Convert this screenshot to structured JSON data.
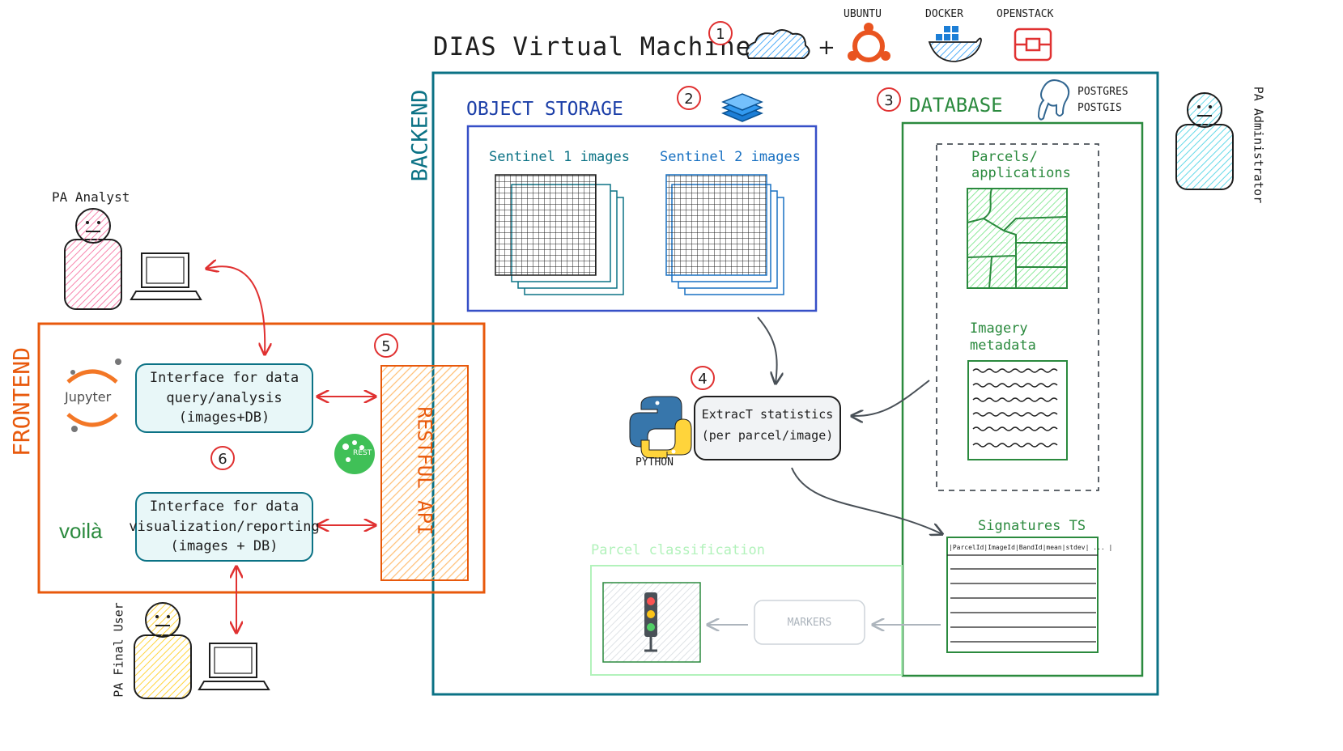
{
  "title": "DIAS Virtual Machine",
  "title_plus": "+",
  "steps": [
    "1",
    "2",
    "3",
    "4",
    "5",
    "6"
  ],
  "tech_logos": {
    "ubuntu": "UBUNTU",
    "docker": "DOCKER",
    "openstack": "OPENSTACK"
  },
  "sections": {
    "backend": "BACKEND",
    "frontend": "FRONTEND"
  },
  "object_storage": {
    "title": "OBJECT STORAGE",
    "sentinel1": "Sentinel 1 images",
    "sentinel2": "Sentinel 2 images"
  },
  "database": {
    "title": "DATABASE",
    "postgres": "POSTGRES",
    "postgis": "POSTGIS",
    "parcels": "Parcels/\napplications",
    "imagery": "Imagery\nmetadata"
  },
  "extract": {
    "label": "ExtracT statistics\n(per parcel/image)",
    "python": "PYTHON"
  },
  "signatures": {
    "title": "Signatures TS",
    "header": "|ParcelId|ImageId|BandId|mean|stdev| ... |"
  },
  "classification": {
    "title": "Parcel classification",
    "markers": "MARKERS"
  },
  "restful": "RESTFUL API",
  "rest_badge": "REST",
  "interfaces": {
    "query": "Interface for data\nquery/analysis\n(images+DB)",
    "visualization": "Interface for data\nvisualization/reporting\n(images + DB)",
    "jupyter": "Jupyter",
    "voila": "voilà"
  },
  "actors": {
    "analyst": "PA Analyst",
    "final_user": "PA Final User",
    "administrator": "PA Administrator"
  },
  "colors": {
    "backend": "#0b7285",
    "frontend": "#e8590c",
    "storage": "#1c3fa8",
    "database": "#2b8a3e",
    "numbers": "#e03131",
    "arrows_red": "#e03131",
    "arrows_grey": "#495057"
  }
}
